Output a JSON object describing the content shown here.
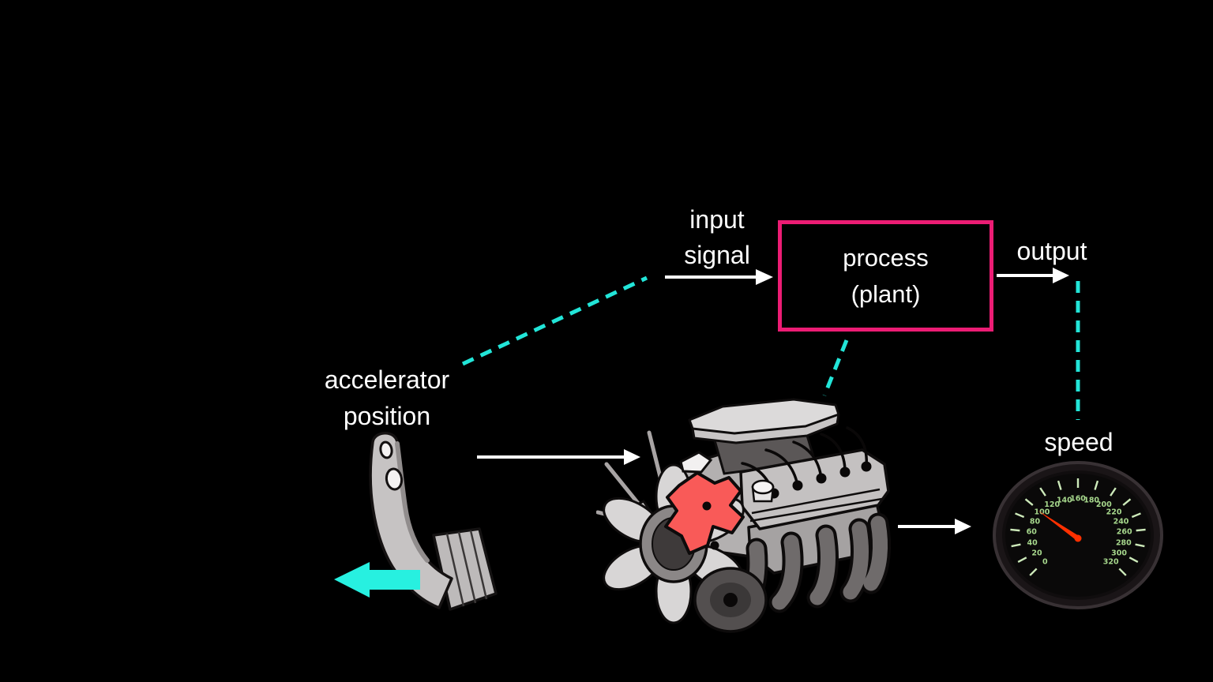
{
  "slide": {
    "background_color": "#000000"
  },
  "colors": {
    "background": "#000000",
    "text": "#FFFFFF",
    "process_box_border": "#EC1C74",
    "solid_arrow": "#FFFFFF",
    "dashed_connector": "#22E5D8",
    "block_arrow": "#27F0E0",
    "gauge_tick": "#CDEABA",
    "gauge_number": "#A6D78C",
    "gauge_needle": "#FF3000",
    "gauge_face": "#0A0909",
    "gauge_bezel": "#1A1517"
  },
  "labels": {
    "input_signal": [
      "input",
      "signal"
    ],
    "process": [
      "process",
      "(plant)"
    ],
    "output": "output",
    "accelerator_position": [
      "accelerator",
      "position"
    ],
    "speed": "speed"
  },
  "illustrations": {
    "pedal": "accelerator-pedal-illustration",
    "engine": "car-engine-illustration",
    "gauge": "speedometer-gauge"
  },
  "connections": [
    {
      "from": "accelerator-position-label",
      "to": "input-signal-arrow",
      "style": "dashed"
    },
    {
      "from": "input-signal-arrow",
      "to": "process-box",
      "style": "solid-arrow",
      "label": "input signal"
    },
    {
      "from": "process-box",
      "to": "output-arrow",
      "style": "solid-arrow",
      "label": "output"
    },
    {
      "from": "process-box",
      "to": "engine-illustration",
      "style": "dashed"
    },
    {
      "from": "output-arrow",
      "to": "speed-label",
      "style": "dashed"
    },
    {
      "from": "accelerator-pedal",
      "to": "engine-illustration",
      "style": "solid-arrow"
    },
    {
      "from": "engine-illustration",
      "to": "speedometer-gauge",
      "style": "solid-arrow"
    }
  ],
  "gauge": {
    "type": "gauge",
    "tick_labels": [
      "0",
      "20",
      "40",
      "60",
      "80",
      "100",
      "120",
      "140",
      "160",
      "180",
      "200",
      "220",
      "240",
      "260",
      "280",
      "300",
      "320"
    ],
    "min": 0,
    "max": 320,
    "needle_value": 100,
    "sweep_start_deg": -135,
    "sweep_end_deg": 135
  }
}
